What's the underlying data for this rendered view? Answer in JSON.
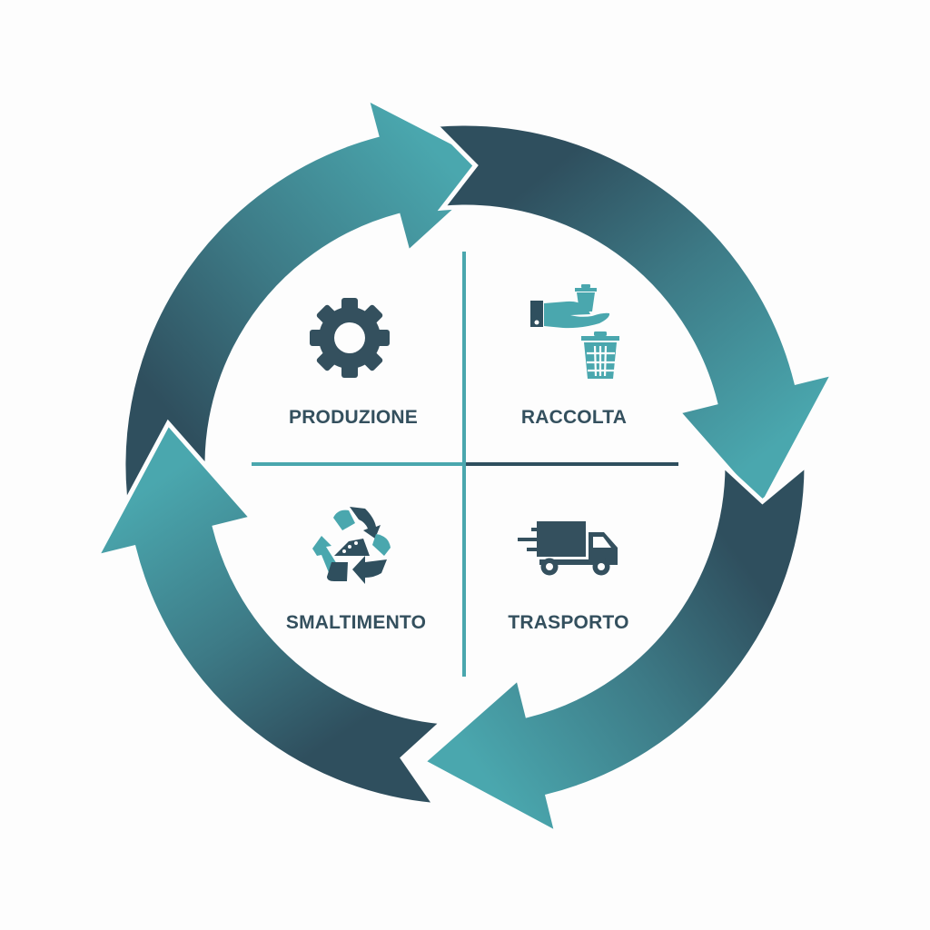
{
  "colors": {
    "dark": "#2f4f5e",
    "teal": "#4aa7ae",
    "mid": "#3d7a86",
    "background": "#fdfdfd",
    "text": "#34505e"
  },
  "cycle": {
    "direction": "clockwise",
    "arrows": [
      {
        "id": "arrow-top",
        "from": "Smaltimento",
        "to": "Produzione → Raccolta"
      },
      {
        "id": "arrow-right",
        "from": "Raccolta",
        "to": "Trasporto"
      },
      {
        "id": "arrow-bottom",
        "from": "Trasporto",
        "to": "Smaltimento"
      },
      {
        "id": "arrow-left",
        "from": "Smaltimento",
        "to": "Produzione"
      }
    ]
  },
  "quadrants": [
    {
      "label": "PRODUZIONE",
      "icon": "gear-icon",
      "position": "top-left"
    },
    {
      "label": "RACCOLTA",
      "icon": "hand-trash-bin-icon",
      "position": "top-right"
    },
    {
      "label": "SMALTIMENTO",
      "icon": "recycle-icon",
      "position": "bottom-left"
    },
    {
      "label": "TRASPORTO",
      "icon": "delivery-truck-icon",
      "position": "bottom-right"
    }
  ]
}
